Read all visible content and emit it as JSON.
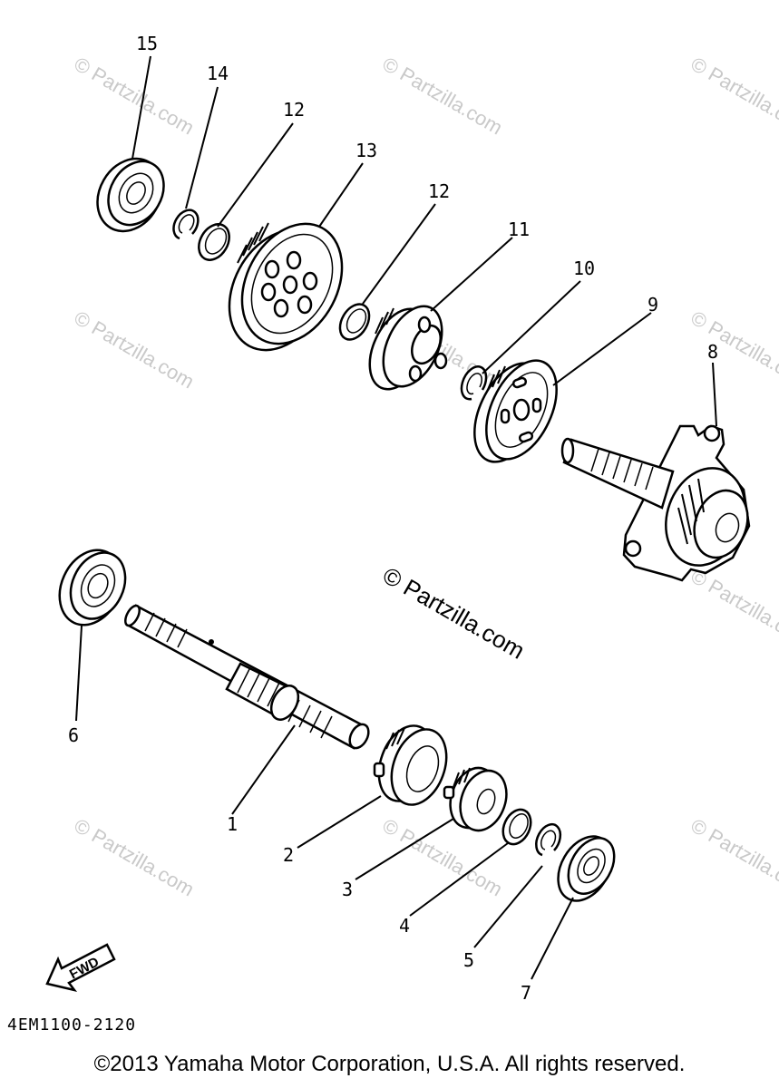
{
  "diagram": {
    "callouts": [
      {
        "id": "15",
        "text": "15"
      },
      {
        "id": "14",
        "text": "14"
      },
      {
        "id": "12a",
        "text": "12"
      },
      {
        "id": "13",
        "text": "13"
      },
      {
        "id": "12b",
        "text": "12"
      },
      {
        "id": "11",
        "text": "11"
      },
      {
        "id": "10",
        "text": "10"
      },
      {
        "id": "9",
        "text": "9"
      },
      {
        "id": "8",
        "text": "8"
      },
      {
        "id": "6",
        "text": "6"
      },
      {
        "id": "1",
        "text": "1"
      },
      {
        "id": "2",
        "text": "2"
      },
      {
        "id": "3",
        "text": "3"
      },
      {
        "id": "4",
        "text": "4"
      },
      {
        "id": "5",
        "text": "5"
      },
      {
        "id": "7",
        "text": "7"
      }
    ],
    "fwd_label": "FWD",
    "drawing_code": "4EM1100-2120",
    "watermark_text": "© Partzilla.com",
    "copyright": "©2013 Yamaha Motor Corporation, U.S.A. All rights reserved."
  }
}
